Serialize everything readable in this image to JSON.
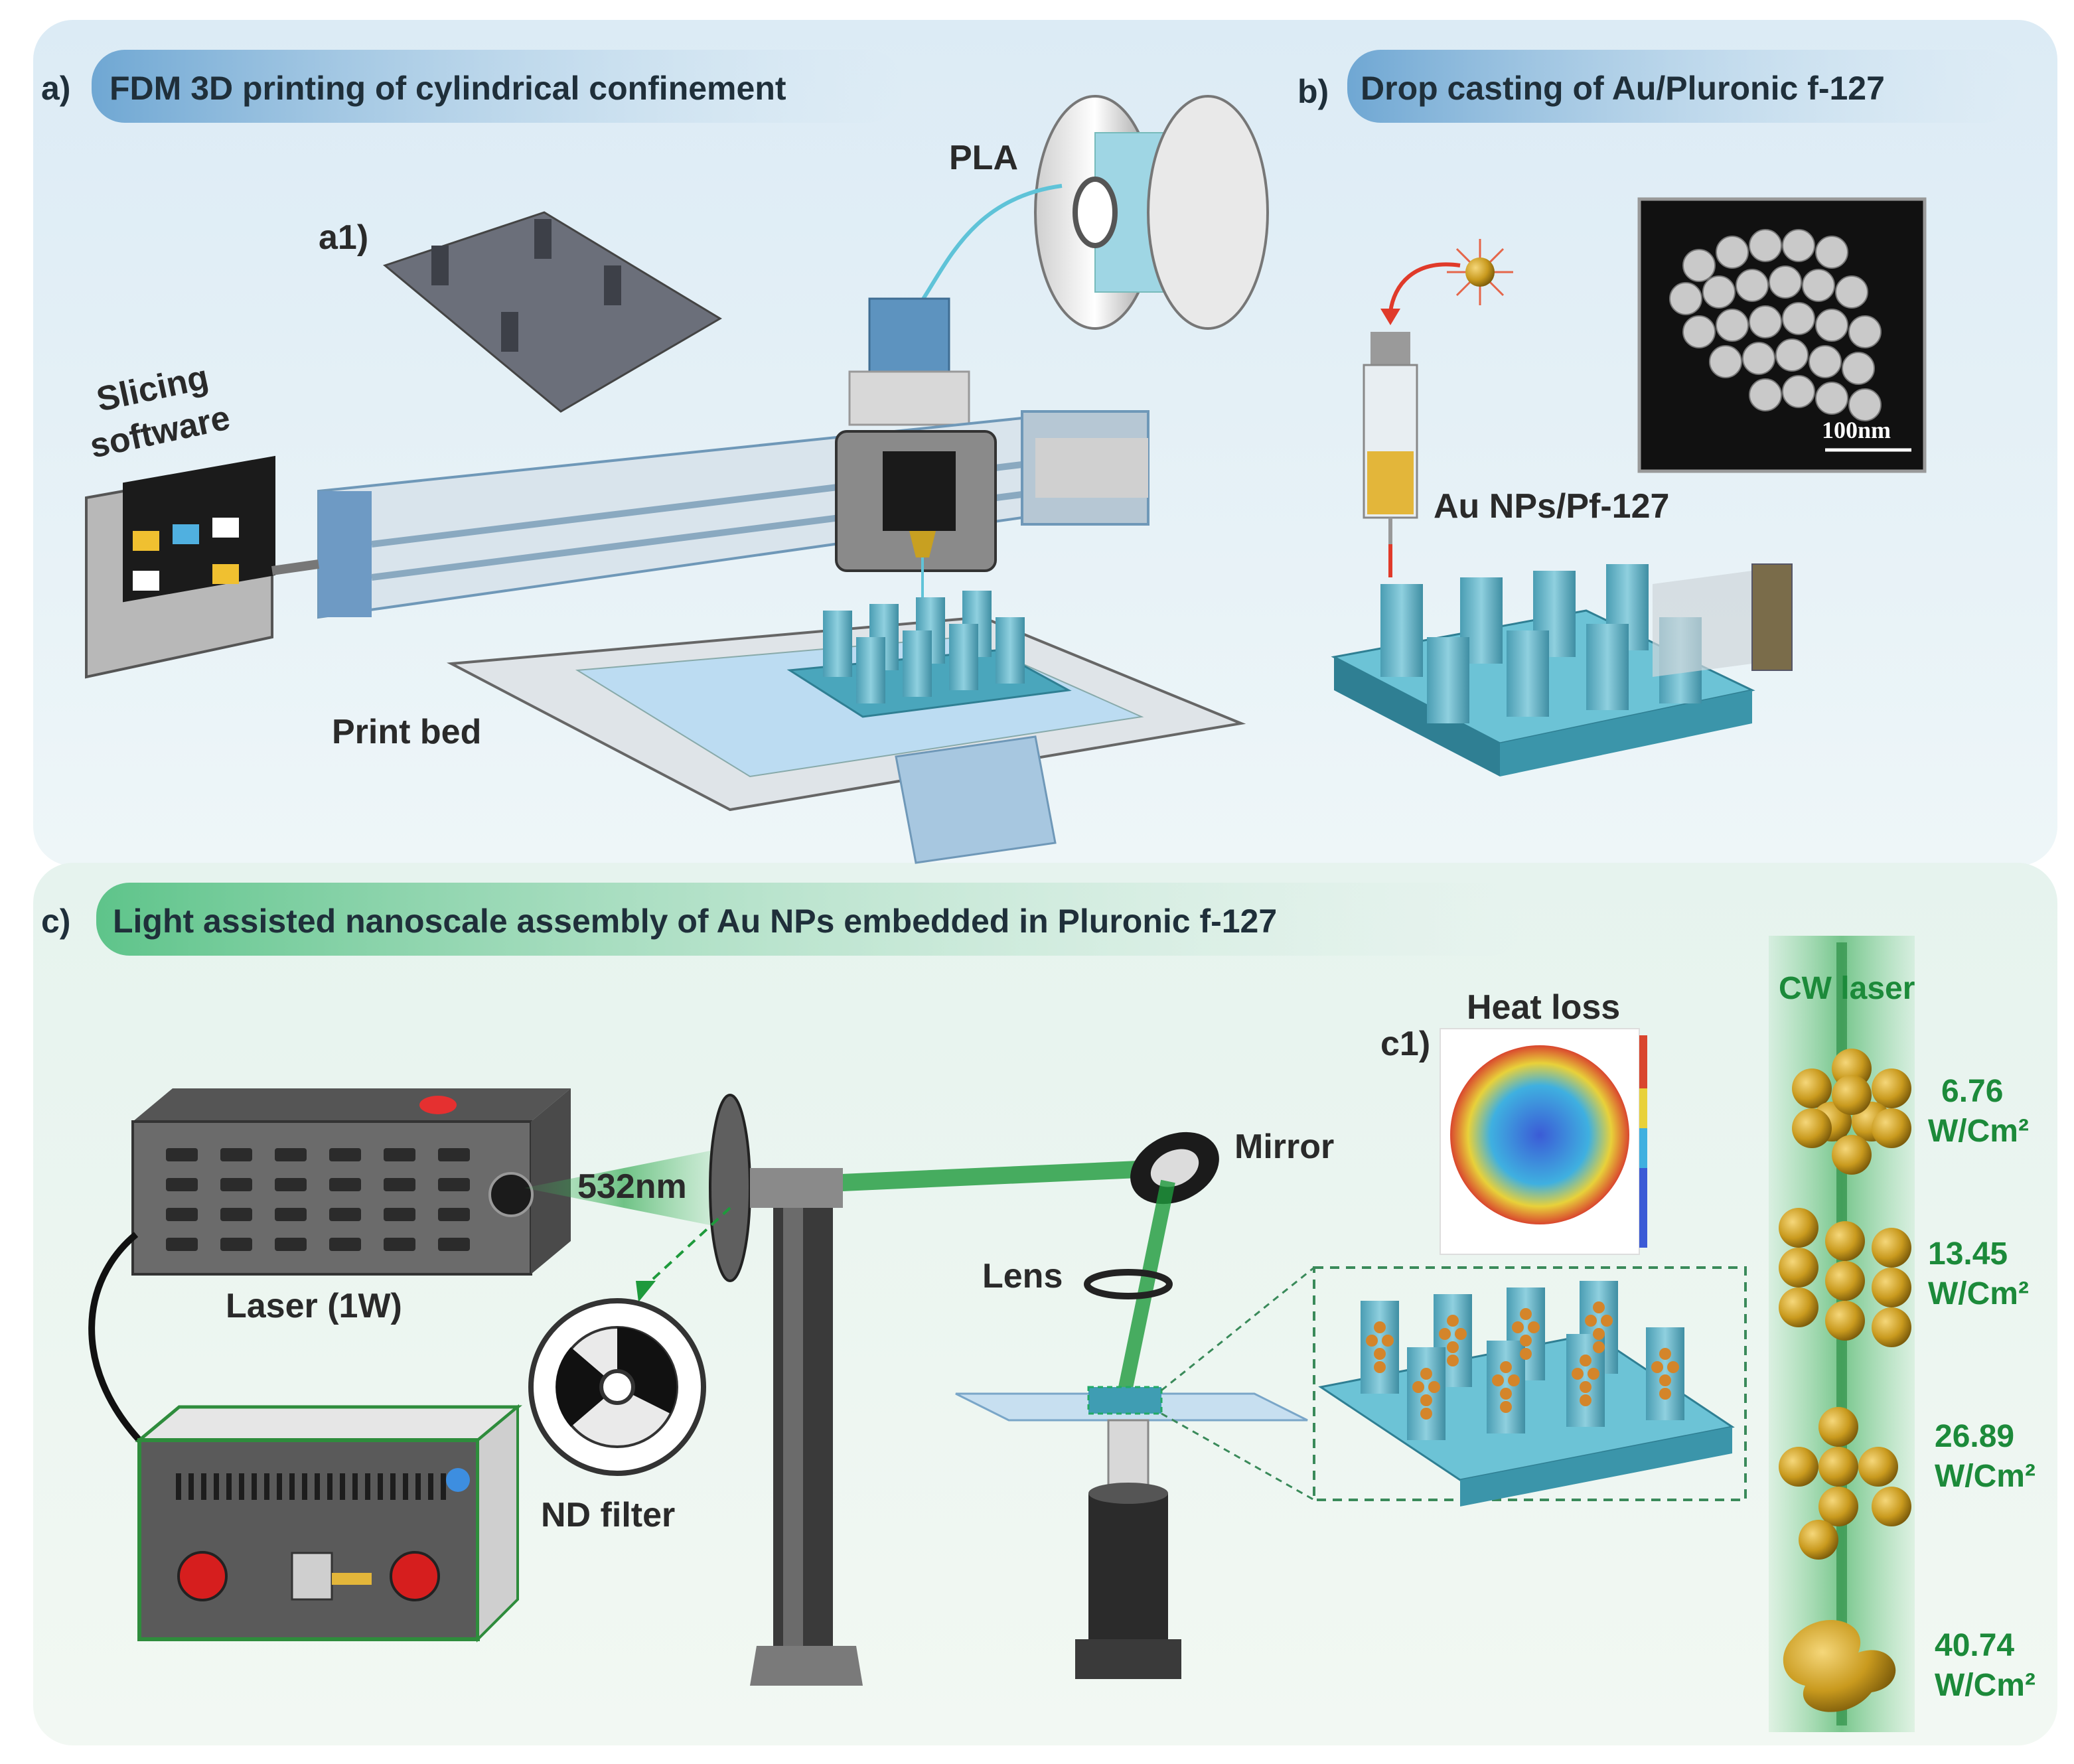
{
  "panels": {
    "a": {
      "letter": "a)",
      "title": "FDM 3D printing of cylindrical confinement",
      "sub_label": "a1)",
      "filament_label": "PLA",
      "software_label_1": "Slicing",
      "software_label_2": "software",
      "bed_label": "Print bed"
    },
    "b": {
      "letter": "b)",
      "title": "Drop casting of Au/Pluronic f-127",
      "syringe_label": "Au NPs/Pf-127",
      "scale_bar": "100nm"
    },
    "c": {
      "letter": "c)",
      "title": "Light assisted nanoscale assembly of Au NPs embedded in Pluronic f-127",
      "laser_label": "Laser (1W)",
      "wavelength_label": "532nm",
      "filter_label": "ND filter",
      "mirror_label": "Mirror",
      "lens_label": "Lens",
      "sub_label": "c1)",
      "heat_label": "Heat loss",
      "beam_label": "CW laser",
      "powers": [
        {
          "value": "6.76",
          "unit": "W/Cm²"
        },
        {
          "value": "13.45",
          "unit": "W/Cm²"
        },
        {
          "value": "26.89",
          "unit": "W/Cm²"
        },
        {
          "value": "40.74",
          "unit": "W/Cm²"
        }
      ]
    }
  },
  "colors": {
    "banner_blue": "#7fb3d8",
    "banner_green": "#6fcf97",
    "pillar": "#5fb3c9",
    "laser_green": "#1e9a3c",
    "gold": "#c8a021",
    "label_green": "#1c8a3a"
  }
}
